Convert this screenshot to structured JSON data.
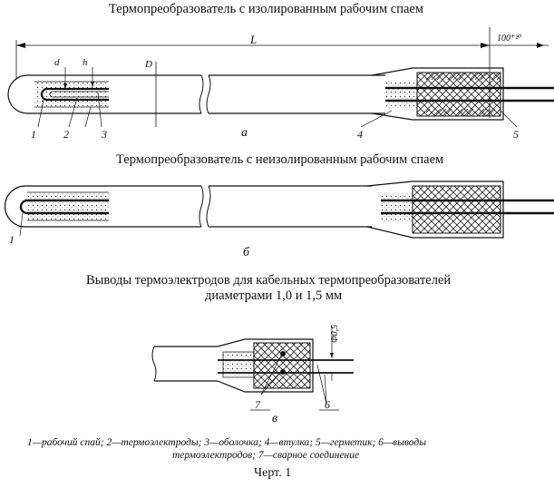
{
  "titles": {
    "a": "Термопреобразователь с изолированным рабочим спаем",
    "b": "Термопреобразователь с неизолированным рабочим спаем",
    "c_line1": "Выводы термоэлектродов для кабельных термопреобразователей",
    "c_line2": "диаметрами 1,0 и 1,5 мм"
  },
  "dimensions": {
    "length": "L",
    "tail": "100⁺²⁰",
    "inner_d": "d",
    "wall_h": "h",
    "outer_D": "D",
    "lead_d": "Φ0,5"
  },
  "view_letters": {
    "a": "а",
    "b": "б",
    "c": "в"
  },
  "callouts": {
    "a": [
      "1",
      "2",
      "3",
      "4",
      "5"
    ],
    "b": [
      "1"
    ],
    "c": [
      "7",
      "6"
    ]
  },
  "legend": {
    "line1": "1—рабочий спай; 2—термоэлектроды; 3—оболочка; 4—втулка; 5—герметик; 6—выводы",
    "line2": "термоэлектродов; 7—сварное соединение"
  },
  "caption": "Черт. 1"
}
